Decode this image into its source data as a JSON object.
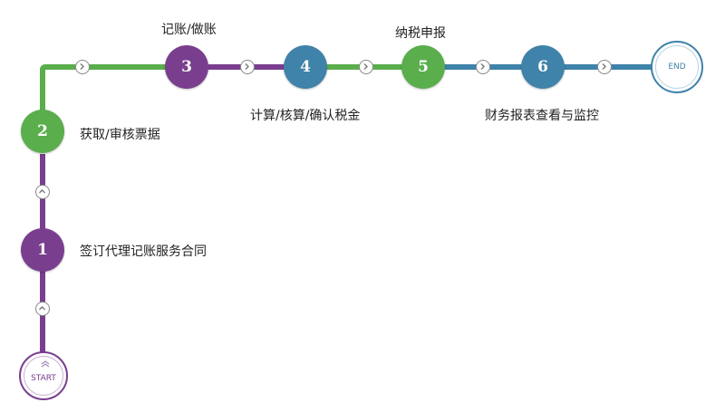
{
  "colors": {
    "purple": "#7a3e8f",
    "green": "#5aae4c",
    "blue": "#3f82aa"
  },
  "start_label": "START",
  "end_label": "END",
  "steps": [
    {
      "num": "1",
      "label": "签订代理记账服务合同",
      "color": "purple"
    },
    {
      "num": "2",
      "label": "获取/审核票据",
      "color": "green"
    },
    {
      "num": "3",
      "label": "记账/做账",
      "color": "purple"
    },
    {
      "num": "4",
      "label": "计算/核算/确认税金",
      "color": "blue"
    },
    {
      "num": "5",
      "label": "纳税申报",
      "color": "green"
    },
    {
      "num": "6",
      "label": "财务报表查看与监控",
      "color": "blue"
    }
  ],
  "icons": {
    "connector_up": "chevron-up-icon",
    "connector_right": "chevron-right-icon",
    "start_arrows": "double-chevron-up-icon"
  }
}
